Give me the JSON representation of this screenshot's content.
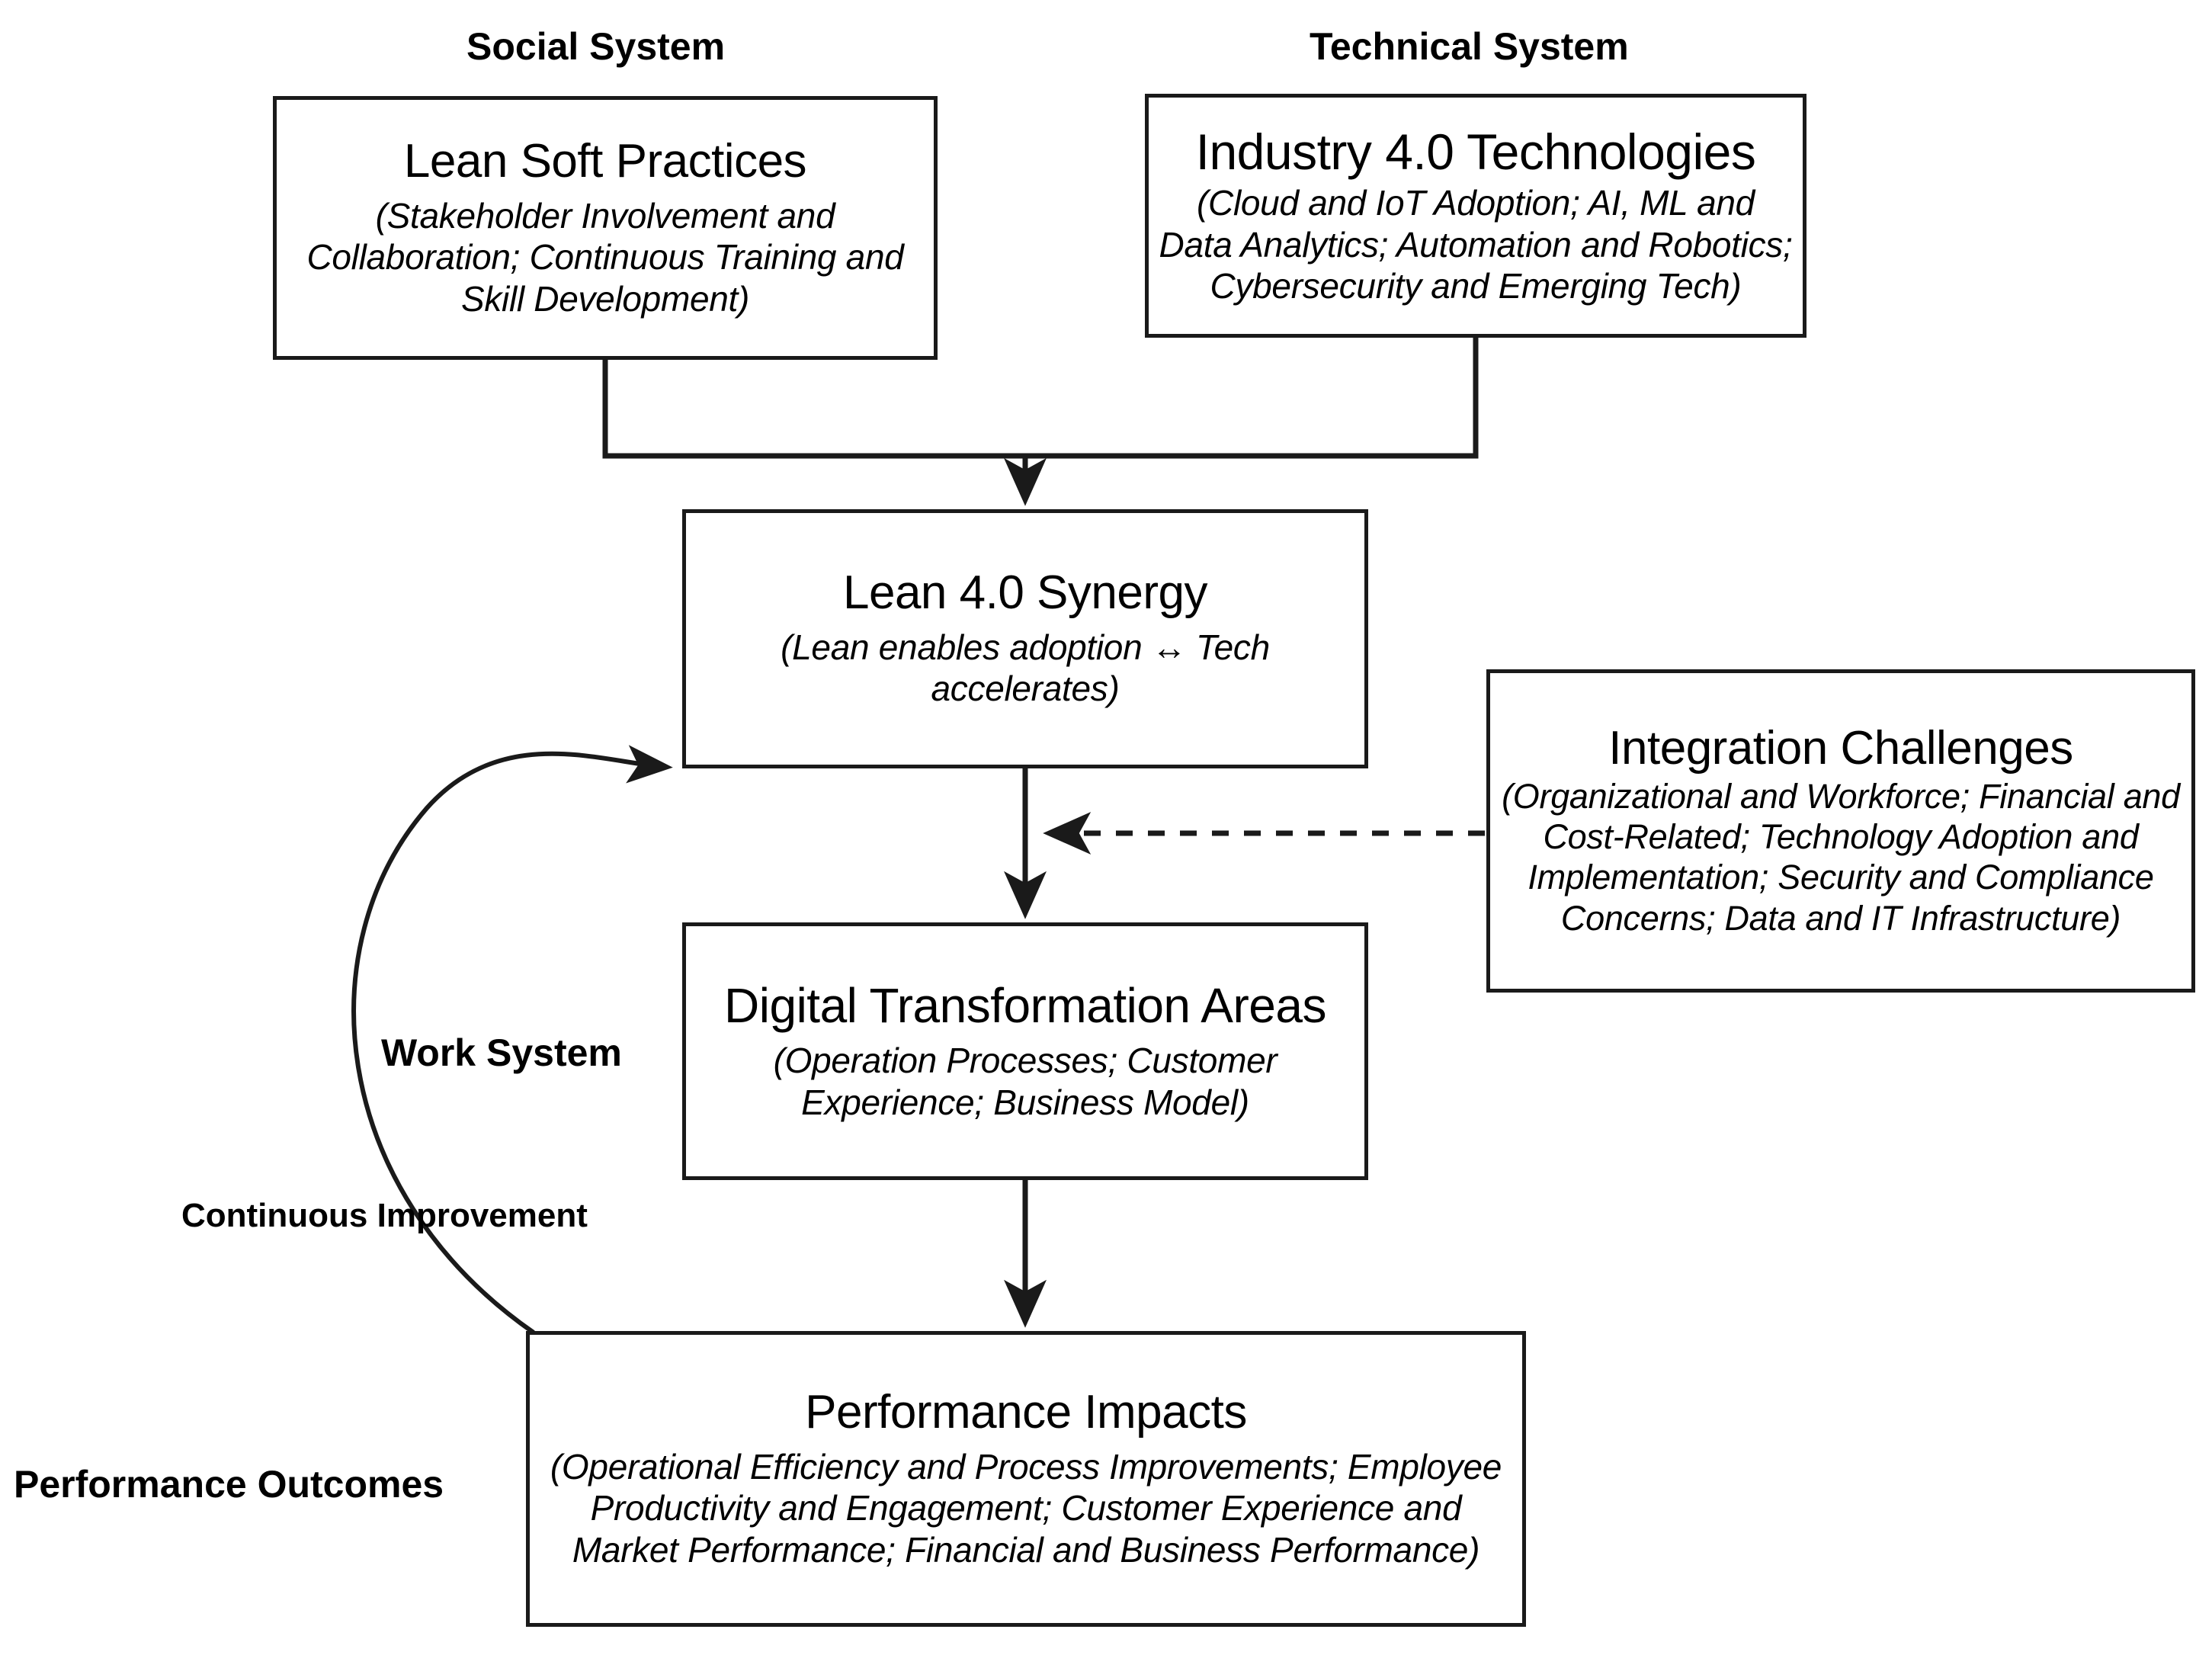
{
  "diagram": {
    "captions": {
      "social_system": "Social System",
      "technical_system": "Technical System",
      "work_system": "Work System",
      "continuous_improvement": "Continuous Improvement",
      "performance_outcomes": "Performance Outcomes"
    },
    "nodes": {
      "lean_soft_practices": {
        "title": "Lean Soft Practices",
        "subtitle": "(Stakeholder Involvement and Collaboration; Continuous Training and Skill Development)"
      },
      "industry_40_technologies": {
        "title": "Industry 4.0 Technologies",
        "subtitle": "(Cloud and IoT Adoption; AI, ML and Data Analytics; Automation and Robotics; Cybersecurity and Emerging Tech)"
      },
      "lean_40_synergy": {
        "title": "Lean 4.0 Synergy",
        "subtitle": "(Lean enables adoption ↔ Tech accelerates)"
      },
      "integration_challenges": {
        "title": "Integration Challenges",
        "subtitle": "(Organizational and Workforce; Financial and Cost-Related; Technology Adoption and Implementation; Security and Compliance Concerns; Data and IT Infrastructure)"
      },
      "digital_transformation_areas": {
        "title": "Digital Transformation Areas",
        "subtitle": "(Operation Processes; Customer Experience; Business Model)"
      },
      "performance_impacts": {
        "title": "Performance Impacts",
        "subtitle": "(Operational Efficiency and Process Improvements; Employee Productivity and Engagement; Customer Experience and Market Performance; Financial and Business Performance)"
      }
    },
    "edges": [
      {
        "name": "lean-soft-to-synergy",
        "from": "lean_soft_practices",
        "to": "lean_40_synergy",
        "style": "solid",
        "arrow": true
      },
      {
        "name": "industry40-to-synergy",
        "from": "industry_40_technologies",
        "to": "lean_40_synergy",
        "style": "solid",
        "arrow": true
      },
      {
        "name": "synergy-to-digital",
        "from": "lean_40_synergy",
        "to": "digital_transformation_areas",
        "style": "solid",
        "arrow": true
      },
      {
        "name": "digital-to-performance",
        "from": "digital_transformation_areas",
        "to": "performance_impacts",
        "style": "solid",
        "arrow": true
      },
      {
        "name": "challenges-to-synergy",
        "from": "integration_challenges",
        "to": "lean_40_synergy",
        "style": "dashed",
        "arrow": true
      },
      {
        "name": "performance-to-synergy-loop",
        "from": "performance_impacts",
        "to": "lean_40_synergy",
        "style": "curved",
        "arrow": true,
        "label": "Continuous Improvement"
      }
    ],
    "colors": {
      "stroke": "#1a1a1a",
      "text": "#000000",
      "background": "#ffffff"
    }
  }
}
